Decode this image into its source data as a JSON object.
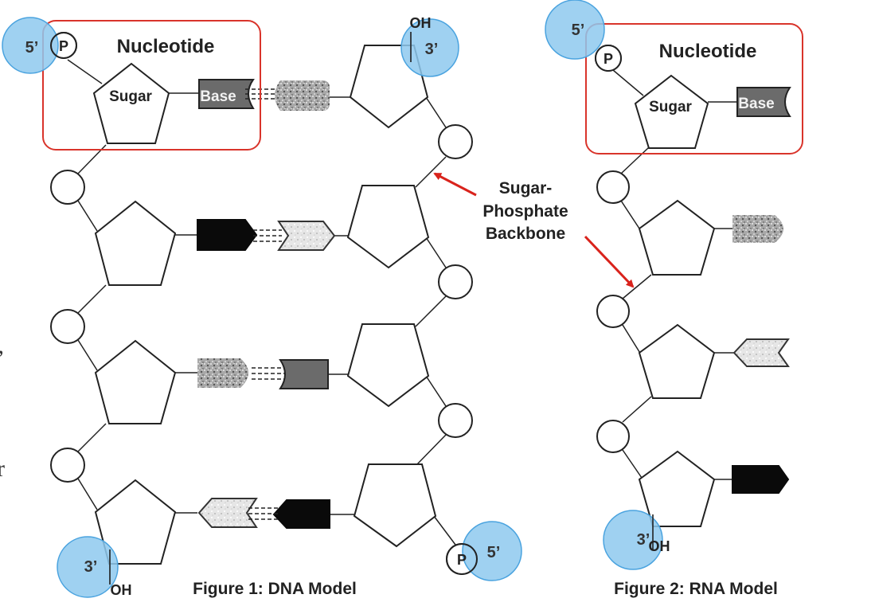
{
  "dna": {
    "box_title": "Nucleotide",
    "sugar_label": "Sugar",
    "base_label": "Base",
    "phosphate_label": "P",
    "top_left_end": "5’",
    "top_right_end": "3’",
    "top_right_oh": "OH",
    "bottom_left_end": "3’",
    "bottom_left_oh": "OH",
    "bottom_right_end": "5’",
    "bottom_right_p": "P",
    "caption": "Figure 1: DNA Model"
  },
  "rna": {
    "box_title": "Nucleotide",
    "sugar_label": "Sugar",
    "base_label": "Base",
    "phosphate_label": "P",
    "top_end": "5’",
    "bottom_end": "3’",
    "bottom_oh": "OH",
    "caption": "Figure 2: RNA Model"
  },
  "callout": {
    "line1": "Sugar-",
    "line2": "Phosphate",
    "line3": "Backbone"
  },
  "edge_text": {
    "fragment1": "’",
    "fragment2": "r"
  },
  "colors": {
    "highlight_blue": "#8ec9ee",
    "highlight_stroke": "#4aa3df",
    "box_red": "#d9342b",
    "arrow_red": "#d9231c",
    "base_dark": "#6b6b6b",
    "base_black": "#0a0a0a",
    "base_speckle": "#9a9a9a",
    "base_light": "#e2e2e2"
  }
}
